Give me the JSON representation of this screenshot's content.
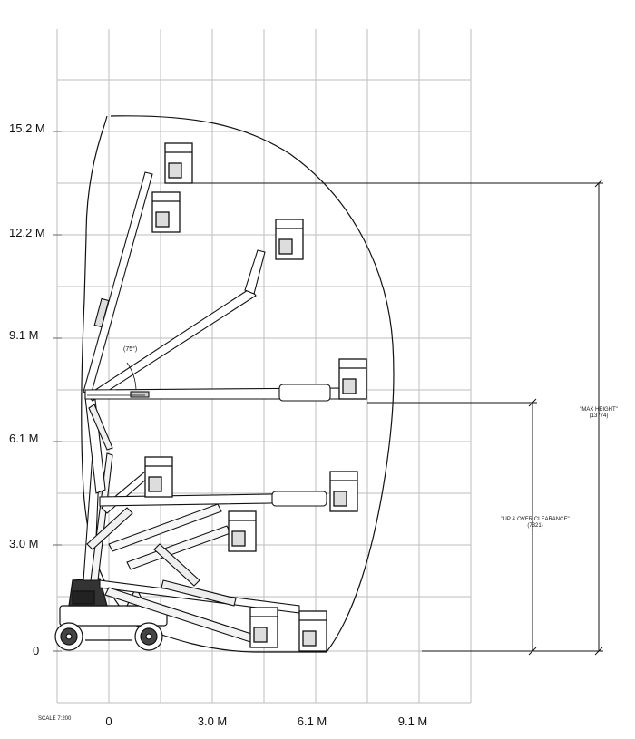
{
  "y_axis": {
    "labels": [
      "15.2 M",
      "12.2 M",
      "9.1 M",
      "6.1 M",
      "3.0 M",
      "0"
    ]
  },
  "x_axis": {
    "labels": [
      "0",
      "3.0 M",
      "6.1 M",
      "9.1 M"
    ]
  },
  "scale": "SCALE 7:200",
  "dimensions": {
    "max_height": {
      "label": "\"MAX HEIGHT\"",
      "value": "(13774)"
    },
    "up_over": {
      "label": "\"UP & OVER CLEARANCE\"",
      "value": "(7321)"
    }
  },
  "angle_label": "(75°)"
}
